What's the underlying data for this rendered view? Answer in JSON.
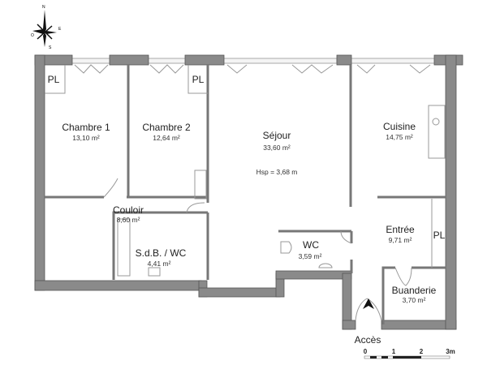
{
  "compass": {
    "n": "N",
    "e": "E",
    "s": "S",
    "w": "O"
  },
  "rooms": {
    "chambre1": {
      "name": "Chambre 1",
      "area": "13,10 m²"
    },
    "chambre2": {
      "name": "Chambre 2",
      "area": "12,64 m²"
    },
    "sejour": {
      "name": "Séjour",
      "area": "33,60 m²",
      "height": "Hsp = 3,68 m"
    },
    "cuisine": {
      "name": "Cuisine",
      "area": "14,75 m²"
    },
    "couloir": {
      "name": "Couloir",
      "area": "8,60 m²"
    },
    "sdb": {
      "name": "S.d.B. / WC",
      "area": "4,41 m²"
    },
    "wc": {
      "name": "WC",
      "area": "3,59 m²"
    },
    "entree": {
      "name": "Entrée",
      "area": "9,71 m²"
    },
    "buanderie": {
      "name": "Buanderie",
      "area": "3,70 m²"
    }
  },
  "closets": [
    "PL",
    "PL",
    "PL"
  ],
  "access": "Accès",
  "scale": [
    "0",
    "1",
    "2",
    "3m"
  ],
  "colors": {
    "wall": "#8a8a8a",
    "background": "#ffffff"
  }
}
